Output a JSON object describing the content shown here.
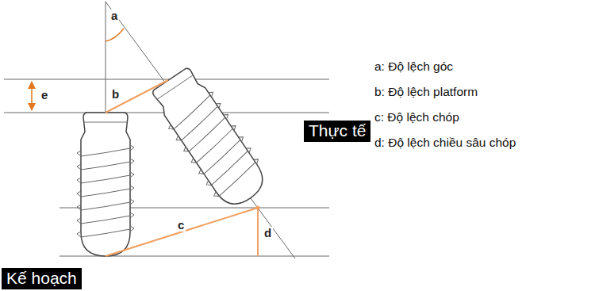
{
  "diagram": {
    "nodes": [
      {
        "text": [
          "Thực tế"
        ]
      },
      {
        "text": [
          "Kế hoạch"
        ]
      }
    ],
    "labels": [
      "a",
      "b",
      "c",
      "d",
      "e",
      "a: Độ lệch góc",
      "b: Độ lệch platform",
      "c: Độ lệch chóp",
      "d: Độ lệch chiều sâu chóp"
    ]
  }
}
